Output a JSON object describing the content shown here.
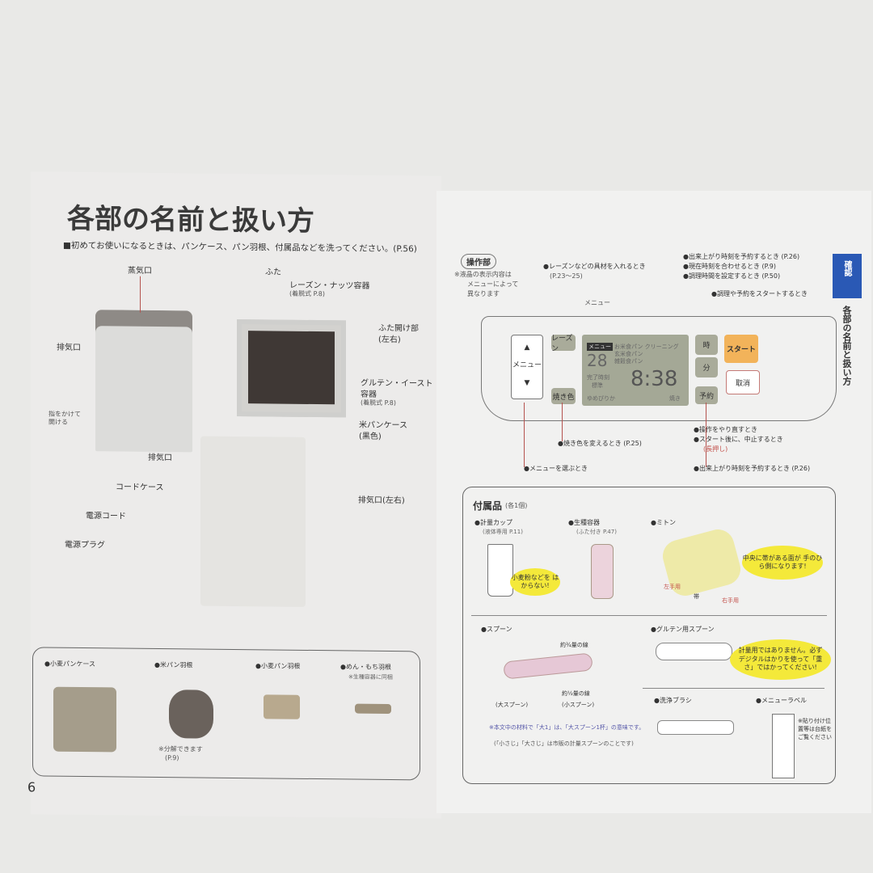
{
  "left_page": {
    "title": "各部の名前と扱い方",
    "notice": "■初めてお使いになるときは、パンケース、パン羽根、付属品などを洗ってください。(P.56)",
    "labels": {
      "steam": "蒸気口",
      "exhaust1": "排気口",
      "finger": "指をかけて",
      "finger2": "開ける",
      "exhaust2": "排気口",
      "cord_case": "コードケース",
      "cord": "電源コード",
      "plug": "電源プラグ",
      "lid": "ふた",
      "raisin": "レーズン・ナッツ容器",
      "raisin_sub": "(着脱式 P.8)",
      "lid_open": "ふた開け部",
      "lid_open_sub": "(左右)",
      "gluten": "グルテン・イースト",
      "gluten2": "容器",
      "gluten_sub": "(着脱式 P.8)",
      "rice_case": "米パンケース",
      "rice_case_sub": "(黒色)",
      "exhaust3": "排気口(左右)"
    },
    "parts": [
      {
        "label": "●小麦パンケース",
        "note": ""
      },
      {
        "label": "●米パン羽根",
        "note": "※分解できます",
        "note2": "(P.9)"
      },
      {
        "label": "●小麦パン羽根",
        "note": ""
      },
      {
        "label": "●めん・もち羽根",
        "note": "※生種容器に同梱"
      }
    ],
    "page_number": "6"
  },
  "right_page": {
    "section": "操作部",
    "lcd_note": [
      "※液晶の表示内容は",
      "メニューによって",
      "異なります"
    ],
    "callouts": {
      "raisin": "●レーズンなどの具材を入れるとき",
      "raisin_p": "(P.23～25)",
      "menu": "メニュー",
      "r1": "●出来上がり時刻を予約するとき (P.26)",
      "r2": "●現在時刻を合わせるとき (P.9)",
      "r3": "●調理時間を設定するとき (P.50)",
      "start": "●調理や予約をスタートするとき",
      "redo": "●操作をやり直すとき",
      "stop": "●スタート後に、中止するとき",
      "long": "(長押し)",
      "bake": "●焼き色を変えるとき (P.25)",
      "select": "●メニューを選ぶとき",
      "reserve": "●出来上がり時刻を予約するとき (P.26)"
    },
    "panel": {
      "up": "▲",
      "menu": "メニュー",
      "down": "▼",
      "raisin": "レーズン",
      "bake": "焼き色",
      "hour": "時",
      "minute": "分",
      "reserve": "予約",
      "start": "スタート",
      "cancel": "取消",
      "lcd_menu": "メニュー",
      "lcd_num": "28",
      "lcd_items": [
        "お米食パン クリーニング",
        "玄米食パン",
        "雑穀食パン"
      ],
      "lcd_done": "完了時刻",
      "lcd_std": "標準",
      "lcd_time": "8:38",
      "lcd_bottom": "ゆめぴりか",
      "lcd_bottom2": "焼き"
    },
    "tab": {
      "label": "確認",
      "side": "各部の名前と扱い方"
    },
    "accessories": {
      "title": "付属品",
      "count": "(各1個)",
      "cup": "●計量カップ",
      "cup_sub": "(液体専用 P.11)",
      "cup_bubble": "小麦粉などを はからない!",
      "starter": "●生種容器",
      "starter_sub": "(ふた付き P.47)",
      "mitten": "●ミトン",
      "mitten_bubble": "中央に帯がある面が 手のひら側になります!",
      "left": "左手用",
      "band": "帯",
      "right": "右手用",
      "spoon": "●スプーン",
      "line34": "約¾量の線",
      "line12": "約½量の線",
      "big": "(大スプーン)",
      "small": "(小スプーン)",
      "note1": "※本文中の材料で「大1」は、「大スプーン1杯」の意味です。",
      "note2": "(「小さじ」「大さじ」は市販の計量スプーンのことです)",
      "gluten_spoon": "●グルテン用スプーン",
      "gluten_bubble": "計量用ではありません。必ずデジタルはかりを使って「重さ」ではかってください!",
      "brush": "●洗浄ブラシ",
      "label": "●メニューラベル",
      "label_note": "※貼り付け位置等は台紙をご覧ください"
    }
  },
  "colors": {
    "accent_blue": "#2a59b5",
    "start_orange": "#f2b35a",
    "bubble_yellow": "#f4e93a",
    "line_red": "#b5534f"
  }
}
